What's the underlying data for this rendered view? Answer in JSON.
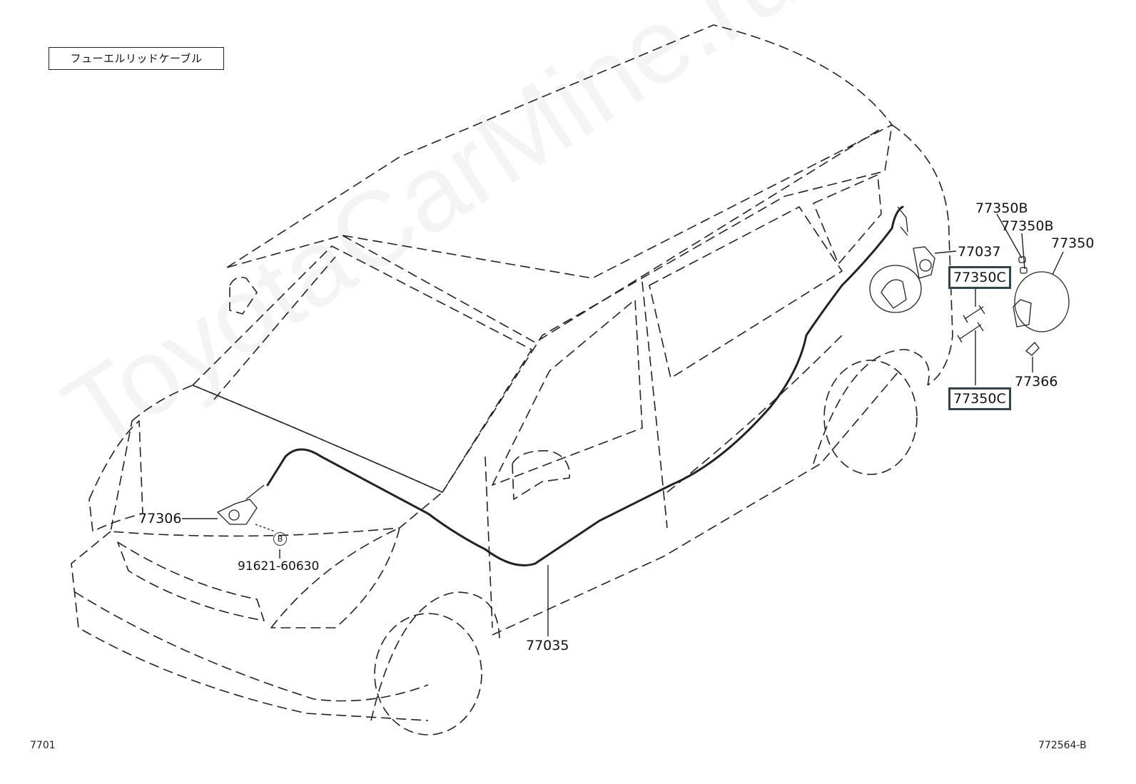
{
  "title": "フューエルリッドケーブル",
  "watermark": "ToyotaCarMine.ru",
  "footer": {
    "left": "7701",
    "right": "772564-B"
  },
  "ref_marker": "B",
  "parts": {
    "p77306": "77306",
    "p91621": "91621-60630",
    "p77035": "77035",
    "p77037": "77037",
    "p77350B_1": "77350B",
    "p77350B_2": "77350B",
    "p77350": "77350",
    "p77350C_1": "77350C",
    "p77350C_2": "77350C",
    "p77366": "77366"
  },
  "colors": {
    "line": "#222222",
    "highlight_border": "#2f4350"
  }
}
